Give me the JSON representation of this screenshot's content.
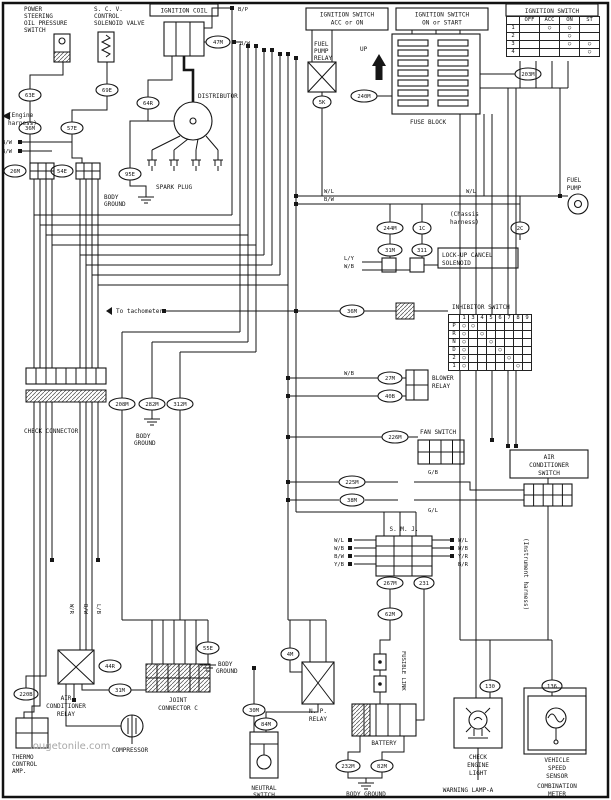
{
  "watermark": "lougetonile.com",
  "sections": {
    "power_steering": [
      "POWER",
      "STEERING",
      "OIL PRESSURE",
      "SWITCH"
    ],
    "scv": [
      "S. C. V.",
      "CONTROL",
      "SOLENOID VALVE"
    ],
    "ignition_coil": "IGNITION COIL",
    "distributor": "DISTRIBUTOR",
    "spark_plug": "SPARK PLUG",
    "body_ground": [
      "BODY",
      "GROUND"
    ],
    "body_ground_line": "BODY GROUND",
    "engine_harness": [
      "(Engine",
      "harness)"
    ],
    "ign_sw_acc": [
      "IGNITION SWITCH",
      "ACC or ON"
    ],
    "ign_sw_on": [
      "IGNITION SWITCH",
      "ON or START"
    ],
    "ign_sw_table_title": "IGNITION SWITCH",
    "fuel_pump_relay": [
      "FUEL",
      "PUMP",
      "RELAY"
    ],
    "up": "UP",
    "fuse_block": "FUSE BLOCK",
    "fuel_pump": [
      "FUEL",
      "PUMP"
    ],
    "chassis_harness": [
      "(Chassis",
      "harness)"
    ],
    "lockup_solenoid": [
      "LOCK-UP CANCEL",
      "SOLENOID"
    ],
    "inhibitor_switch": "INHIBITOR SWITCH",
    "to_tachometer": "To tachometer",
    "blower_relay": [
      "BLOWER",
      "RELAY"
    ],
    "check_connector": "CHECK CONNECTOR",
    "fan_switch": "FAN SWITCH",
    "ac_switch": [
      "AIR",
      "CONDITIONER",
      "SWITCH"
    ],
    "smj": "S. M. J.",
    "instrument_harness": "(Instrument harness)",
    "ac_relay": [
      "AIR",
      "CONDITIONER",
      "RELAY"
    ],
    "joint_connector": [
      "JOINT",
      "CONNECTOR C"
    ],
    "compressor": "COMPRESSOR",
    "thermo_amp": [
      "THERMO",
      "CONTROL",
      "AMP."
    ],
    "np_relay": [
      "N. P.",
      "RELAY"
    ],
    "neutral_switch": [
      "NEUTRAL",
      "SWITCH"
    ],
    "fusible_link": "FUSIBLE LINK",
    "battery": "BATTERY",
    "warning_lamp": "WARNING LAMP-A",
    "check_engine": [
      "CHECK",
      "ENGINE",
      "LIGHT"
    ],
    "speed_sensor": [
      "VEHICLE",
      "SPEED",
      "SENSOR"
    ],
    "combination_meter": [
      "COMBINATION",
      "METER"
    ]
  },
  "connectors": {
    "c47M": "47M",
    "c63E": "63E",
    "c69E": "69E",
    "c64R": "64R",
    "c36M_a": "36M",
    "c57E": "57E",
    "c26M": "26M",
    "c54E": "54E",
    "c95E": "95E",
    "c5K": "5K",
    "c240M": "240M",
    "c203M": "203M",
    "c244M": "244M",
    "c1C": "1C",
    "c2C": "2C",
    "c31M_a": "31M",
    "c311": "311",
    "c36M_b": "36M",
    "c27M": "27M",
    "c40B": "40B",
    "c208M": "208M",
    "c282M": "282M",
    "c312M": "312M",
    "c226M": "226M",
    "c225M": "225M",
    "c38M": "38M",
    "c267M": "267M",
    "c231": "231",
    "c62M": "62M",
    "c55E": "55E",
    "c4M": "4M",
    "c220B": "220B",
    "c44R": "44R",
    "c31M_b": "31M",
    "c30M": "30M",
    "c84M": "84M",
    "c232M": "232M",
    "c82M": "82M",
    "c130": "130",
    "c136": "136"
  },
  "wires": {
    "bp": "B/P",
    "bw": "B/W",
    "wl": "W/L",
    "wb": "W/B",
    "br": "B/R",
    "ly": "L/Y",
    "yb": "Y/B",
    "yr": "Y/R",
    "gb": "G/B",
    "gl": "G/L",
    "wr": "W/R",
    "lb": "L/B"
  },
  "tables": {
    "ignition_switch": {
      "rows": [
        [
          "",
          "OFF",
          "ACC",
          "ON",
          "ST"
        ],
        [
          "1",
          "",
          "○",
          "○",
          ""
        ],
        [
          "2",
          "",
          "",
          "○",
          ""
        ],
        [
          "3",
          "",
          "",
          "○",
          "○"
        ],
        [
          "4",
          "",
          "",
          "",
          "○"
        ]
      ]
    },
    "inhibitor_switch": {
      "rows": [
        [
          "",
          "1",
          "3",
          "4",
          "5",
          "6",
          "7",
          "8",
          "9"
        ],
        [
          "P",
          "○",
          "○",
          "",
          "",
          "",
          "",
          "",
          ""
        ],
        [
          "R",
          "○",
          "",
          "○",
          "",
          "",
          "",
          "",
          ""
        ],
        [
          "N",
          "○",
          "",
          "",
          "○",
          "",
          "",
          "",
          ""
        ],
        [
          "D",
          "○",
          "",
          "",
          "",
          "○",
          "",
          "",
          ""
        ],
        [
          "2",
          "○",
          "",
          "",
          "",
          "",
          "○",
          "",
          ""
        ],
        [
          "1",
          "○",
          "",
          "",
          "",
          "",
          "",
          "○",
          ""
        ]
      ]
    }
  }
}
